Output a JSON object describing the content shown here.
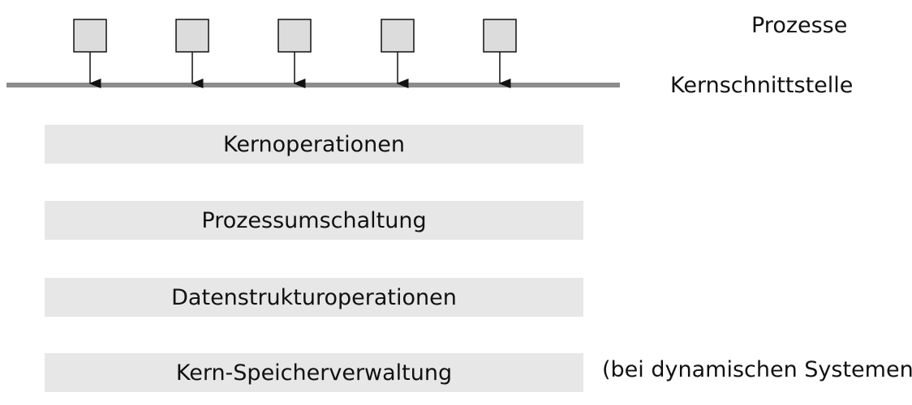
{
  "labels": {
    "processes": "Prozesse",
    "kernel_interface": "Kernschnittstelle",
    "note": "(bei dynamischen Systemen)"
  },
  "layers": [
    "Kernoperationen",
    "Prozessumschaltung",
    "Datenstrukturoperationen",
    "Kern-Speicherverwaltung"
  ],
  "colors": {
    "process_box_fill": "#dcdcdc",
    "interface_line": "#8c8c8c",
    "layer_fill": "#e7e7e7"
  }
}
